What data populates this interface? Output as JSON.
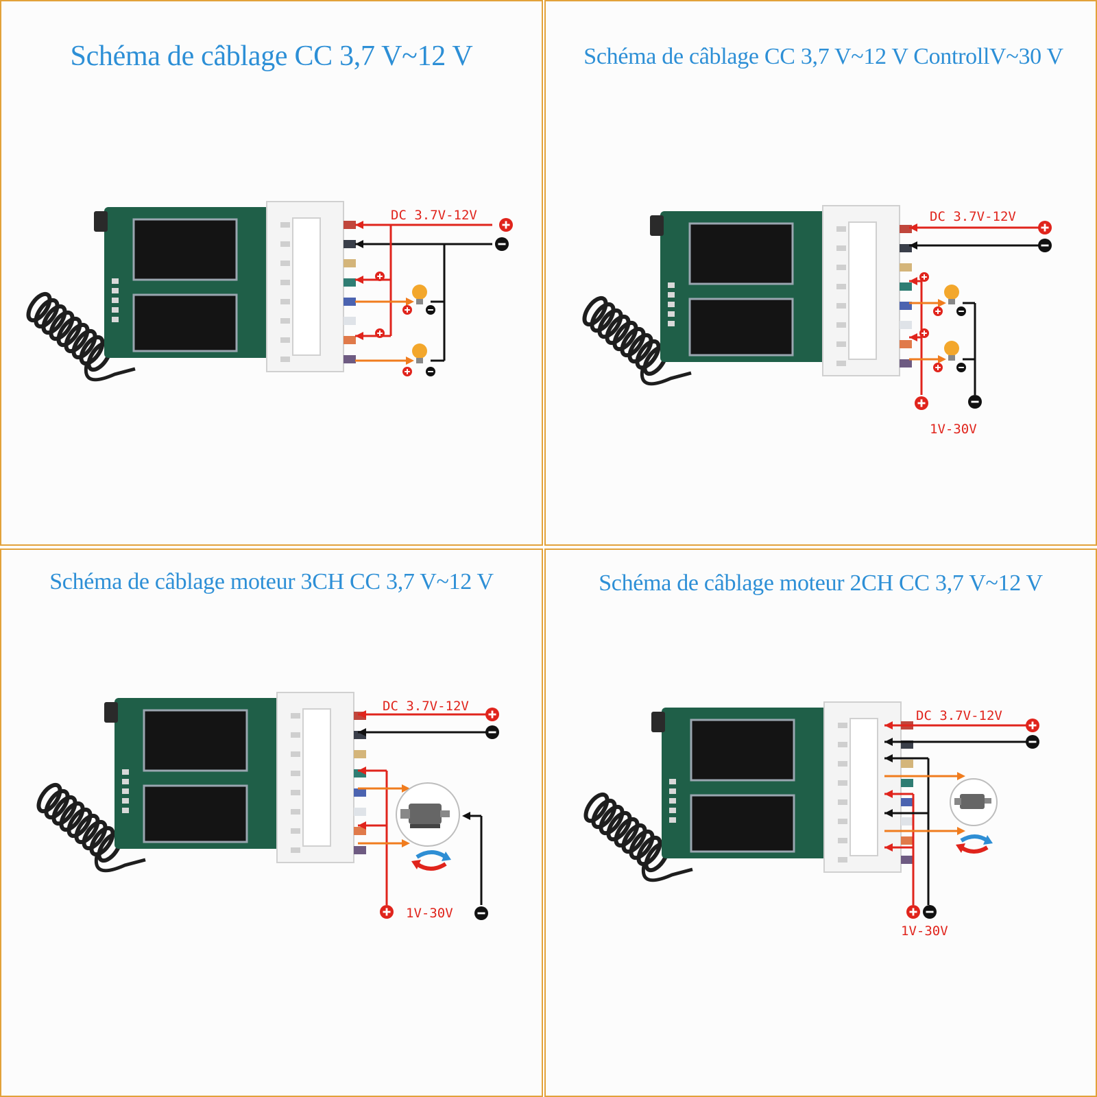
{
  "colors": {
    "title": "#2d8fd6",
    "positive": "#e0241c",
    "negative": "#111111",
    "switched": "#f07c1e",
    "frame": "#e2a23a",
    "pcb": "#1f5f48"
  },
  "panels": [
    {
      "title": "Schéma de câblage CC 3,7 V~12 V",
      "supply_label": "DC 3.7V-12V",
      "load": "lamp-icon"
    },
    {
      "title": "Schéma de câblage CC 3,7 V~12 V ControllV~30 V",
      "supply_label": "DC 3.7V-12V",
      "control_label": "1V-30V",
      "load": "lamp-icon"
    },
    {
      "title": "Schéma de câblage moteur 3CH CC 3,7 V~12 V",
      "supply_label": "DC 3.7V-12V",
      "control_label": "1V-30V",
      "load": "motor-icon"
    },
    {
      "title": "Schéma de câblage moteur 2CH CC 3,7 V~12 V",
      "supply_label": "DC 3.7V-12V",
      "control_label": "1V-30V",
      "load": "motor-icon"
    }
  ]
}
